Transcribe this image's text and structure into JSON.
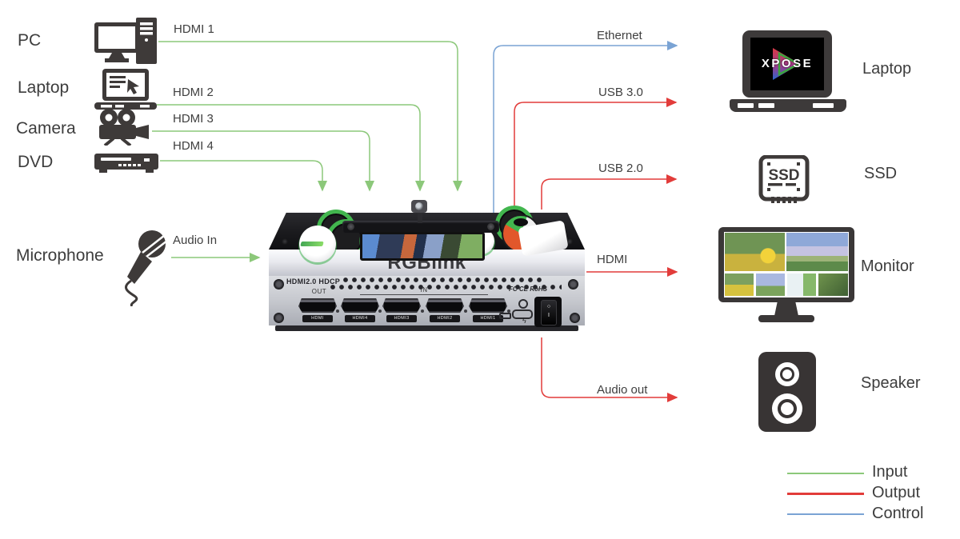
{
  "sources": [
    {
      "label": "PC"
    },
    {
      "label": "Laptop"
    },
    {
      "label": "Camera"
    },
    {
      "label": "DVD"
    },
    {
      "label": "Microphone"
    }
  ],
  "destinations": [
    {
      "label": "Laptop"
    },
    {
      "label": "SSD"
    },
    {
      "label": "Monitor"
    },
    {
      "label": "Speaker"
    }
  ],
  "connections": {
    "hdmi1": "HDMI 1",
    "hdmi2": "HDMI 2",
    "hdmi3": "HDMI 3",
    "hdmi4": "HDMI 4",
    "audio_in": "Audio In",
    "ethernet": "Ethernet",
    "usb3": "USB 3.0",
    "usb2": "USB 2.0",
    "hdmi_out": "HDMI",
    "audio_out": "Audio out"
  },
  "device": {
    "brand": "RGBlink",
    "front_left_text": "HDMI2.0 HDCP",
    "front_right_text": "FC CE RoHS",
    "out_group": "OUT",
    "in_group": "IN",
    "ports": [
      "HDMI",
      "HDMI4",
      "HDMI3",
      "HDMI2",
      "HDMI1"
    ],
    "power_marking": "I"
  },
  "xpose": {
    "screen_text": "XPOSE"
  },
  "ssd_icon_text": "SSD",
  "legend": [
    {
      "label": "Input",
      "color": "#8cc87a"
    },
    {
      "label": "Output",
      "color": "#e23c3a"
    },
    {
      "label": "Control",
      "color": "#7aa3d4"
    }
  ]
}
